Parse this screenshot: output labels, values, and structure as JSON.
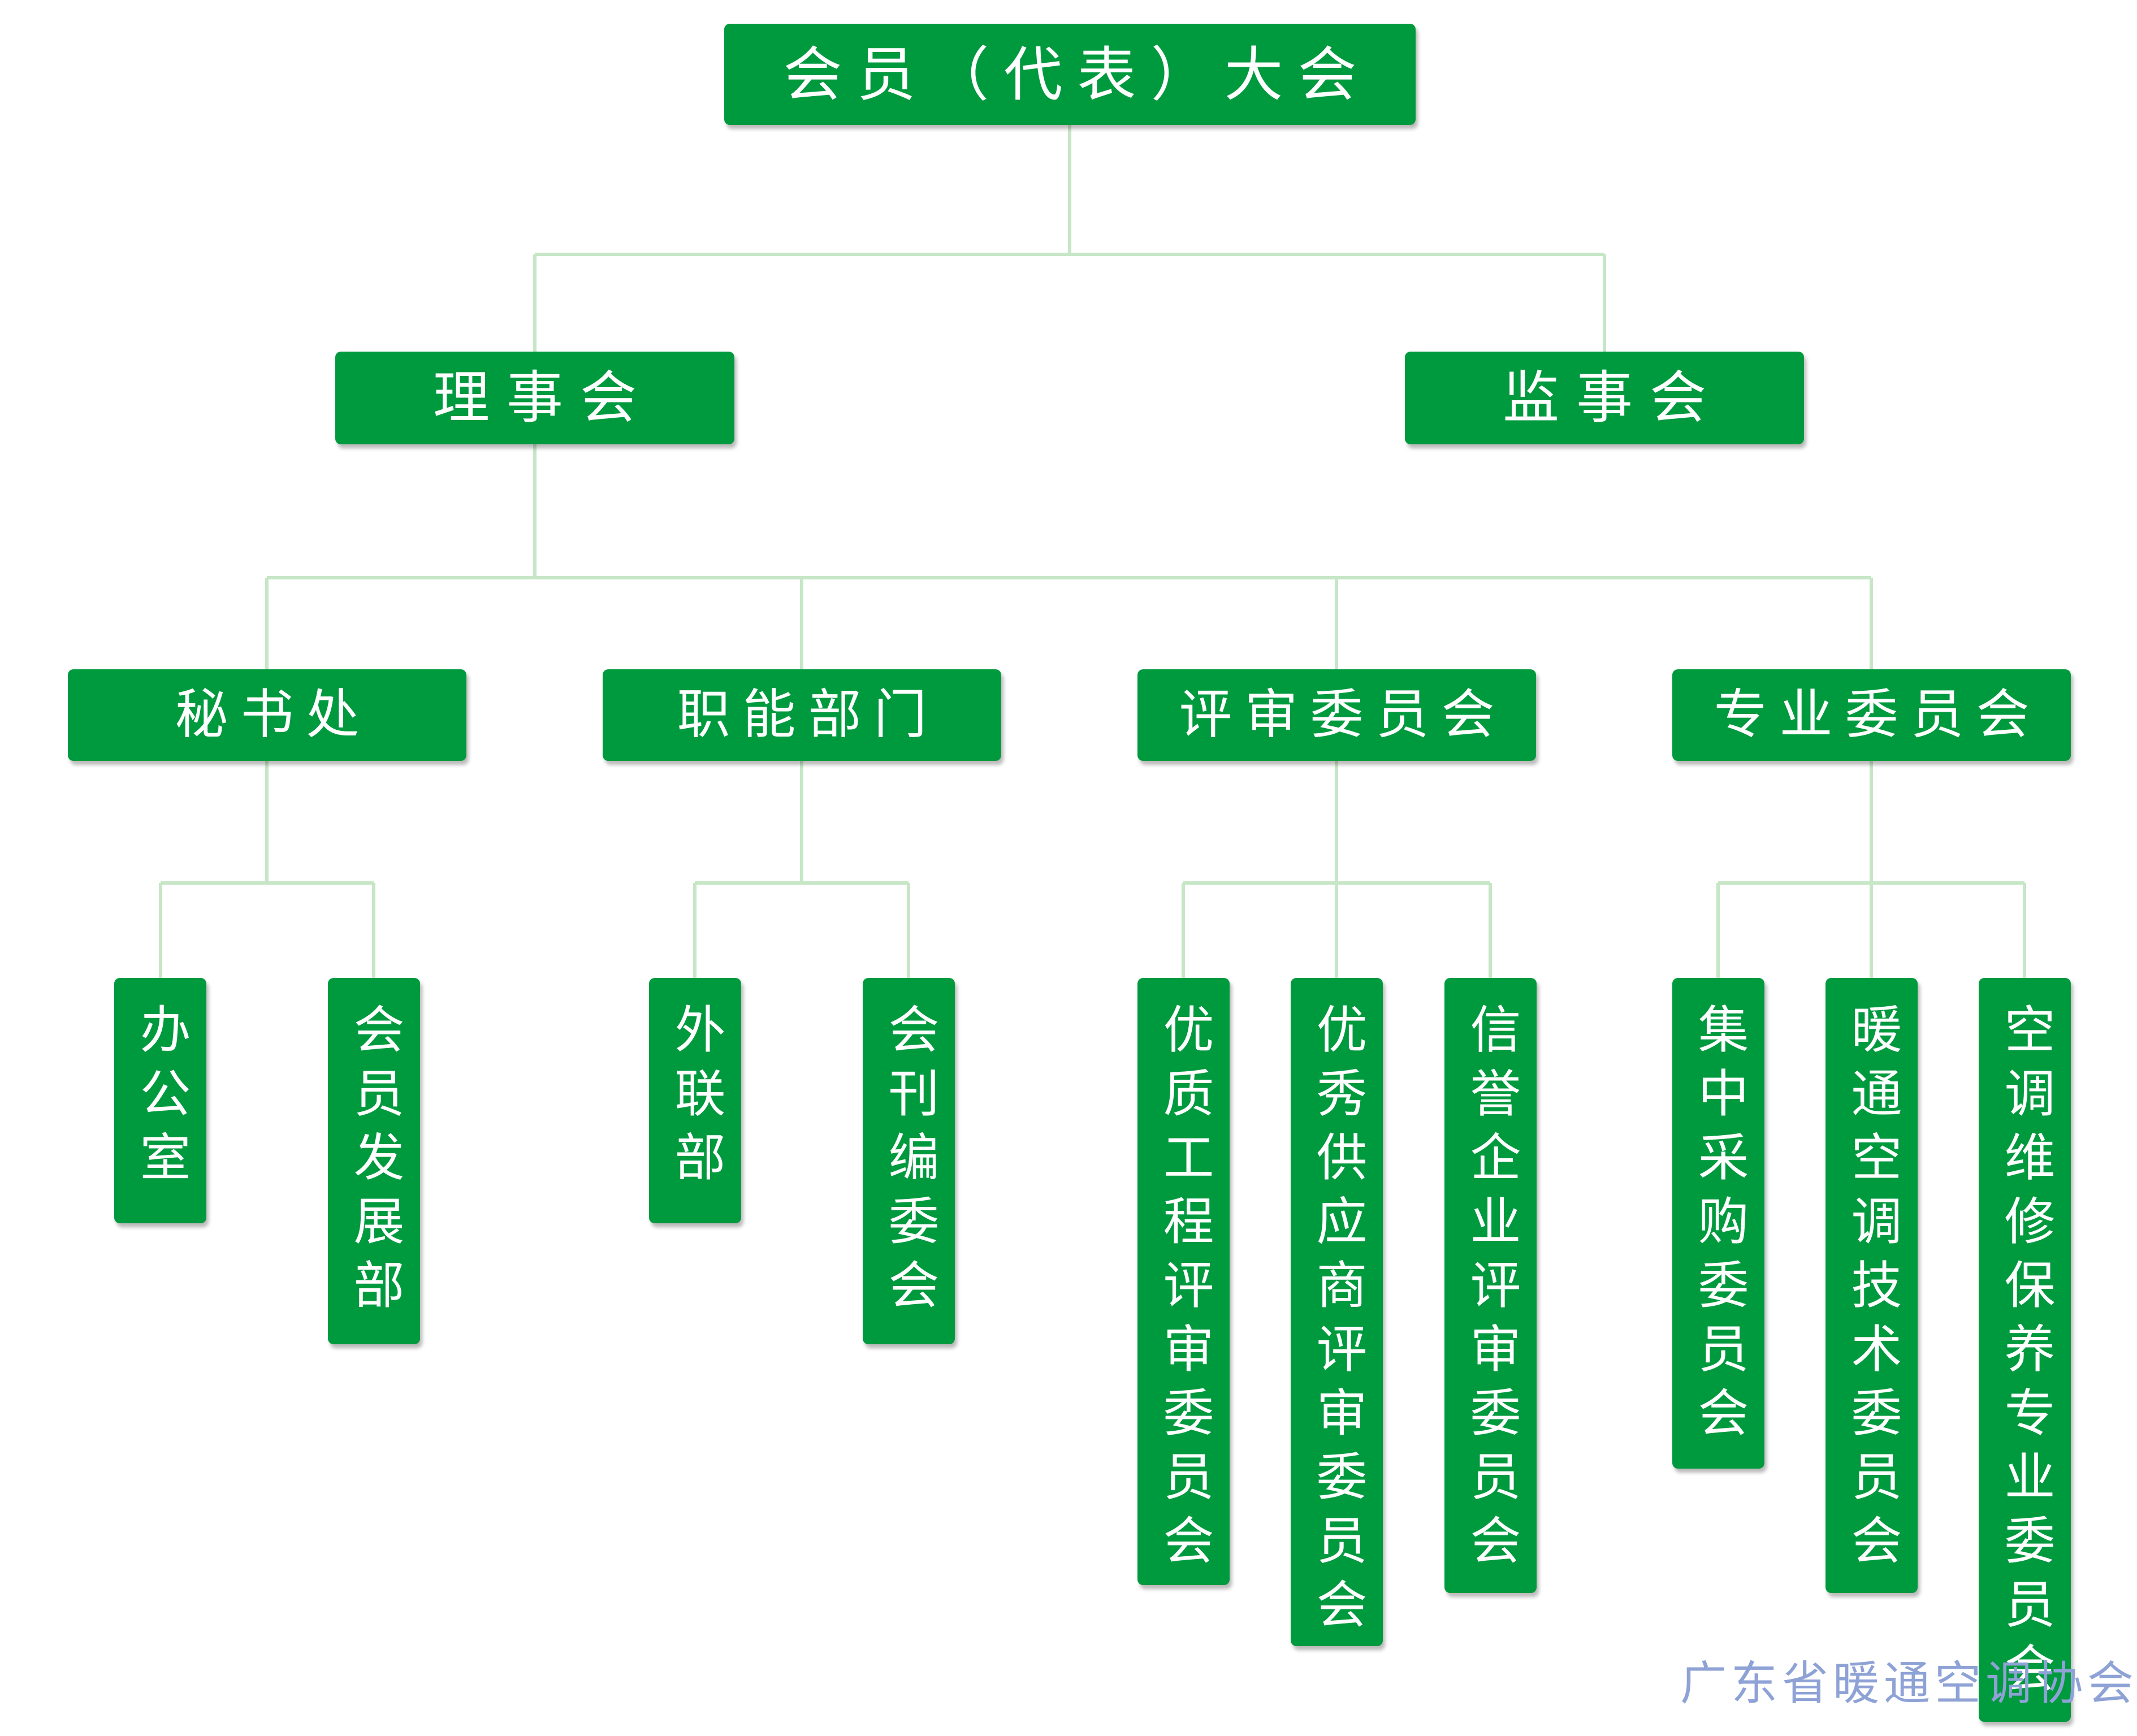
{
  "org_chart": {
    "root": {
      "label": "会员（代表）大会"
    },
    "level1": [
      {
        "label": "理事会"
      },
      {
        "label": "监事会"
      }
    ],
    "level2": [
      {
        "label": "秘书处"
      },
      {
        "label": "职能部门"
      },
      {
        "label": "评审委员会"
      },
      {
        "label": "专业委员会"
      }
    ],
    "level3": [
      {
        "label": "办公室"
      },
      {
        "label": "会员发展部"
      },
      {
        "label": "外联部"
      },
      {
        "label": "会刊编委会"
      },
      {
        "label": "优质工程评审委员会"
      },
      {
        "label": "优秀供应商评审委员会"
      },
      {
        "label": "信誉企业评审委员会"
      },
      {
        "label": "集中采购委员会"
      },
      {
        "label": "暖通空调技术委员会"
      },
      {
        "label": "空调维修保养专业委员会"
      }
    ]
  },
  "watermark": "广东省暖通空调协会",
  "colors": {
    "box": "#009a3e",
    "connector": "#c6e6c6",
    "box_text": "#ffffff",
    "watermark": "#8ea2d6"
  }
}
